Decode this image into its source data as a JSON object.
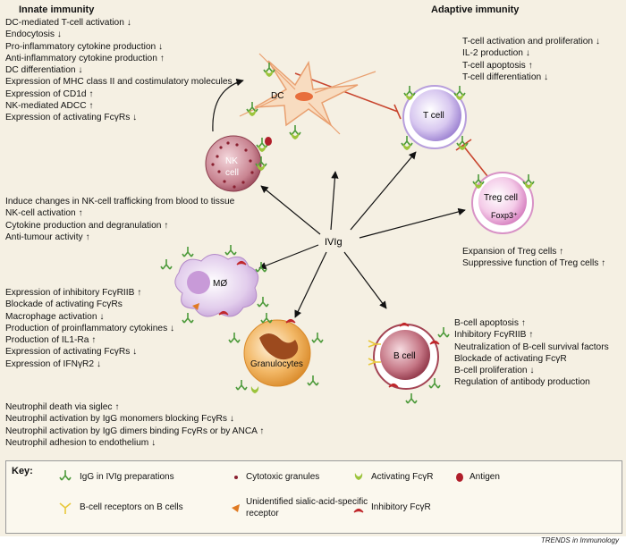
{
  "headers": {
    "innate": "Innate immunity",
    "adaptive": "Adaptive immunity"
  },
  "cells": {
    "dc": "DC",
    "nk_line1": "NK",
    "nk_line2": "cell",
    "tcell": "T cell",
    "treg": "Treg cell",
    "foxp3": "Foxp3⁺",
    "ivig": "IVIg",
    "macrophage": "MØ",
    "granulocytes": "Granulocytes",
    "bcell": "B cell"
  },
  "dc_effects": [
    "DC-mediated T-cell activation ↓",
    "Endocytosis ↓",
    "Pro-inflammatory cytokine production ↓",
    "Anti-inflammatory cytokine production ↑",
    "DC differentiation ↓",
    "Expression of MHC class II and costimulatory molecules ↓",
    "Expression of CD1d ↑",
    "NK-mediated ADCC ↑",
    "Expression of activating FcγRs ↓"
  ],
  "nk_effects": [
    "Induce changes in NK-cell trafficking from blood to tissue",
    "NK-cell activation ↑",
    "Cytokine production and degranulation ↑",
    "Anti-tumour activity ↑"
  ],
  "macrophage_effects": [
    "Expression of inhibitory FcγRIIB ↑",
    "Blockade of activating FcγRs",
    "Macrophage activation ↓",
    "Production of proinflammatory cytokines ↓",
    "Production of IL1-Ra ↑",
    "Expression of activating FcγRs ↓",
    "Expression of IFNγR2 ↓"
  ],
  "neutrophil_effects": [
    "Neutrophil death via siglec ↑",
    "Neutrophil activation by IgG monomers blocking FcγRs ↓",
    "Neutrophil activation by IgG dimers binding FcγRs or by ANCA ↑",
    "Neutrophil adhesion to endothelium ↓"
  ],
  "tcell_effects": [
    "T-cell activation and proliferation ↓",
    "IL-2 production ↓",
    "T-cell apoptosis ↑",
    "T-cell differentiation ↓"
  ],
  "treg_effects": [
    "Expansion of Treg cells ↑",
    "Suppressive function of Treg cells ↑"
  ],
  "bcell_effects": [
    "B-cell apoptosis ↑",
    "Inhibitory FcγRIIB ↑",
    "Neutralization of B-cell survival factors",
    "Blockade of activating FcγR",
    "B-cell proliferation ↓",
    "Regulation of antibody production"
  ],
  "key": {
    "title": "Key:",
    "igg": "IgG in IVIg preparations",
    "granules": "Cytotoxic granules",
    "activating": "Activating FcγR",
    "antigen": "Antigen",
    "bcr": "B-cell receptors on B cells",
    "sialic_line1": "Unidentified sialic-acid-specific",
    "sialic_line2": "receptor",
    "inhibitory": "Inhibitory FcγR"
  },
  "credit": "TRENDS in Immunology",
  "colors": {
    "background": "#f5f0e3",
    "igg": "#4c9a3a",
    "activating_fcr": "#9cc43c",
    "inhibitory_fcr": "#c0282c",
    "antigen": "#b01e2a",
    "bcr": "#e8c83a",
    "sialic_receptor": "#e07a22",
    "nk_cell": "#c07080",
    "macrophage": "#c8a6d6",
    "granulocyte": "#e8a24a",
    "bcell": "#b04a5a",
    "tcell": "#b7a0d8",
    "treg": "#e2a7d2",
    "suppression_line": "#c8452e"
  }
}
